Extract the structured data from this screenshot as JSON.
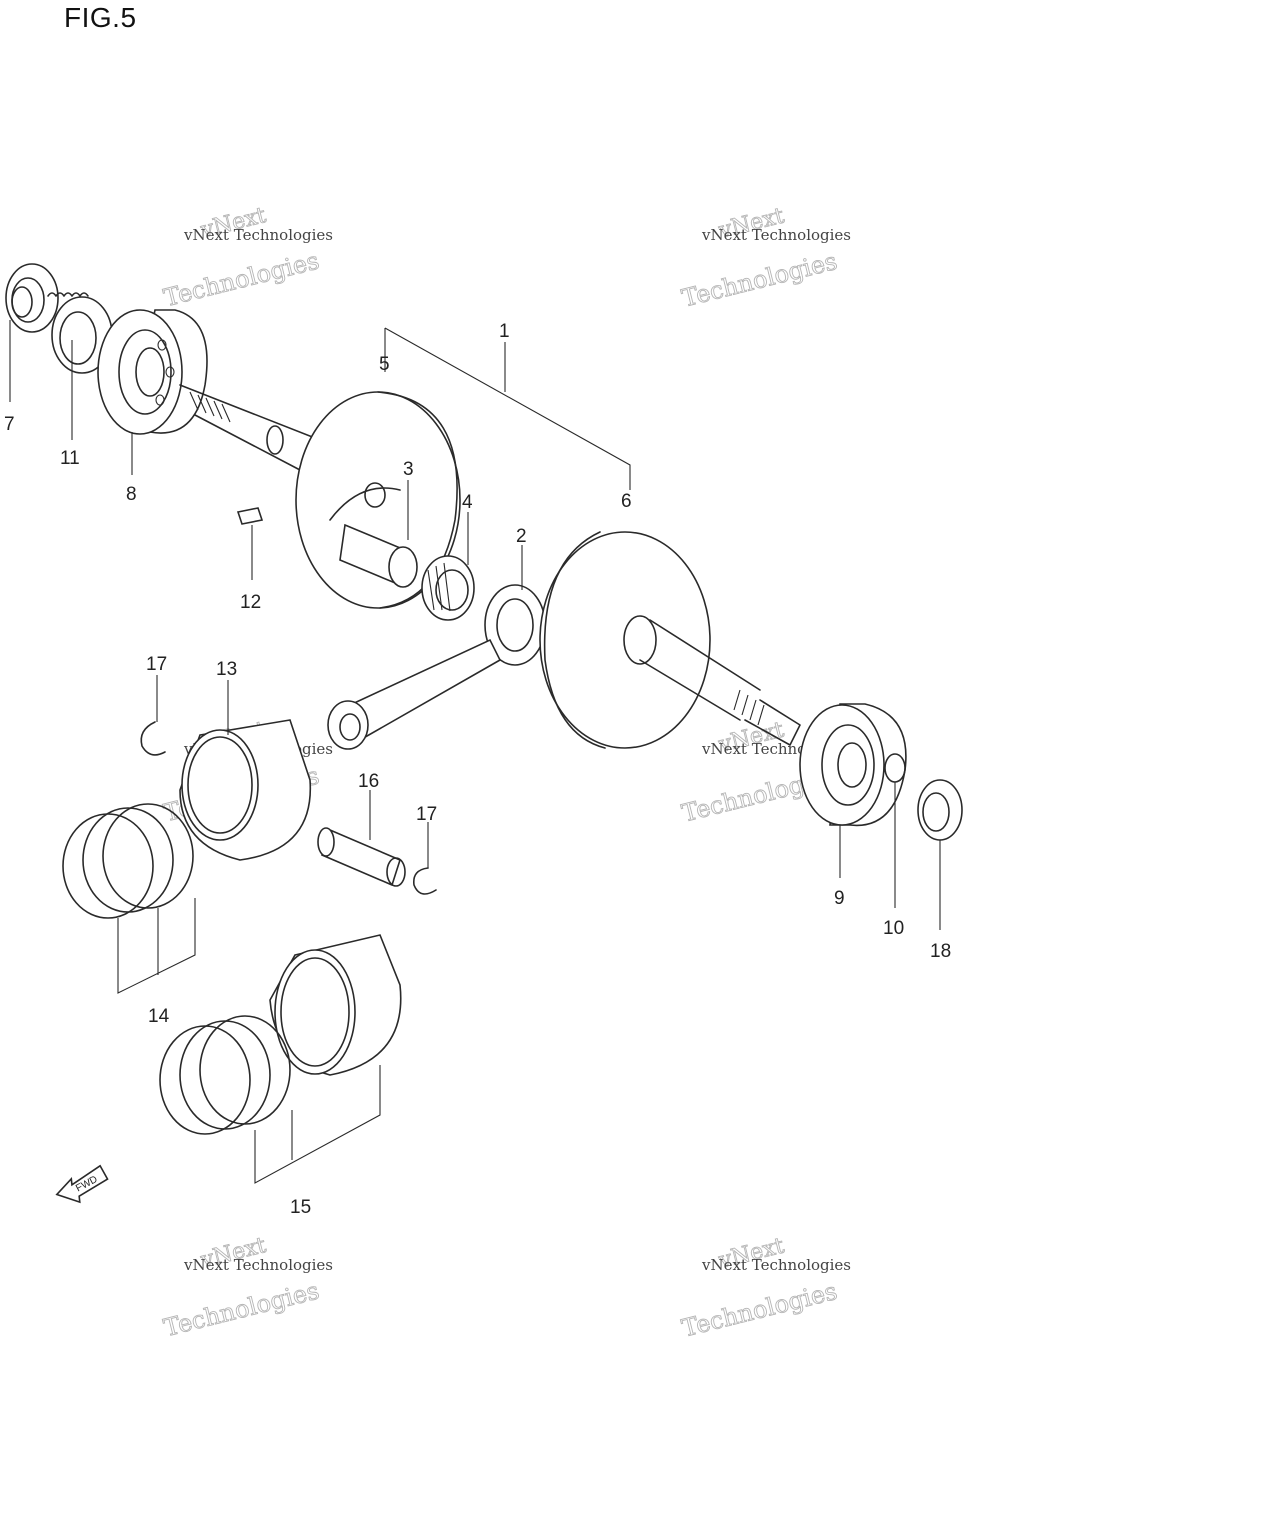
{
  "figure": {
    "title": "FIG.5"
  },
  "callouts": [
    "1",
    "2",
    "3",
    "4",
    "5",
    "6",
    "7",
    "8",
    "9",
    "10",
    "11",
    "12",
    "13",
    "14",
    "15",
    "16",
    "17",
    "17",
    "18"
  ],
  "watermark": {
    "line1": "vNext",
    "line2": "vNext Technologies",
    "line3": "Technologies"
  },
  "fwd_arrow": {
    "label": "FWD"
  }
}
